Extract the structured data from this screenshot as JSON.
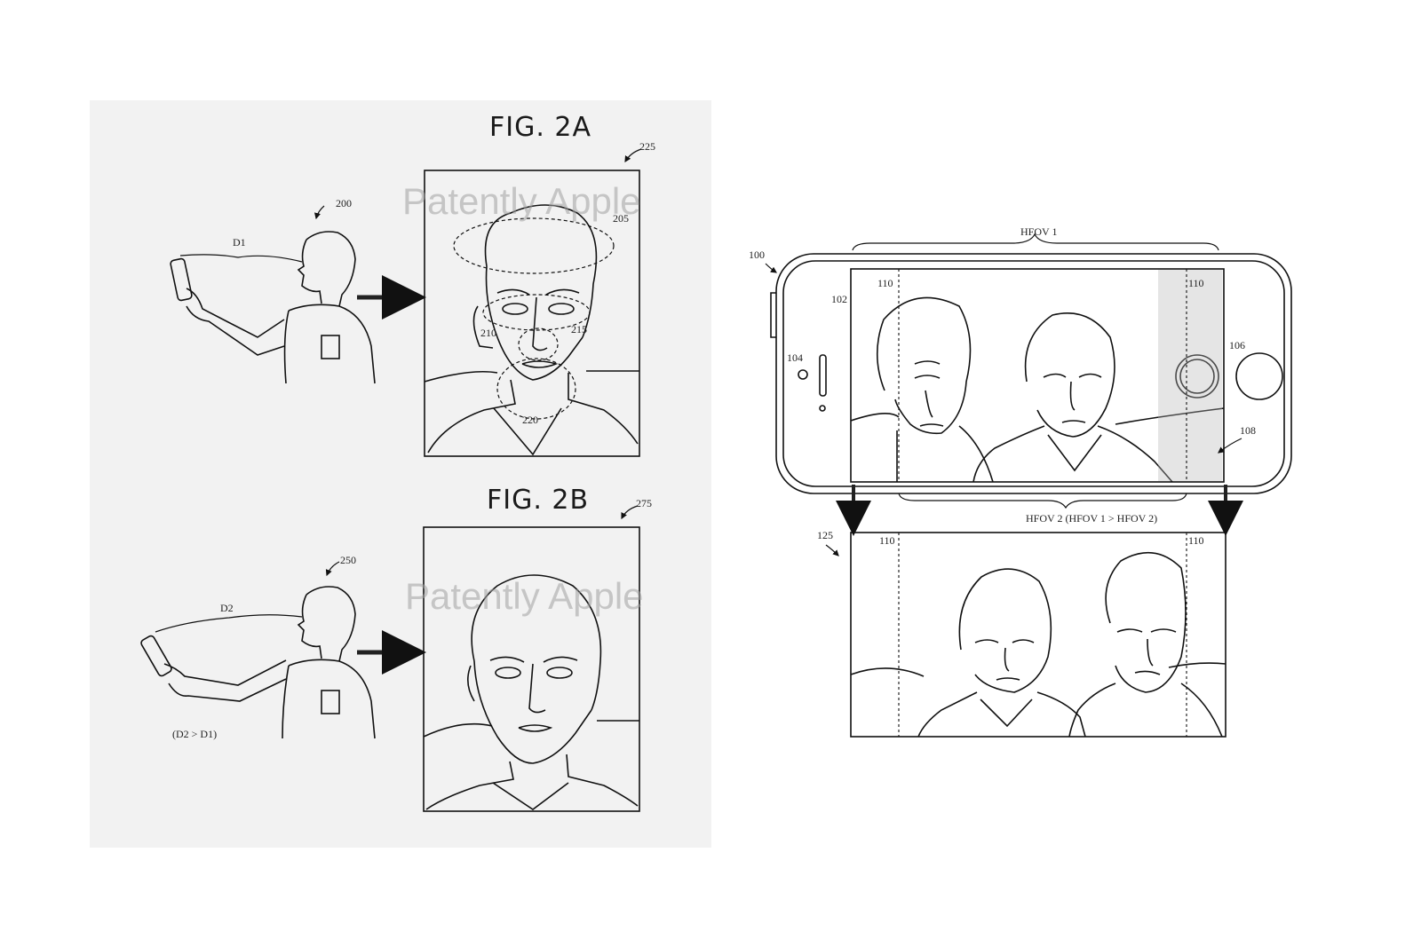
{
  "fig2a": {
    "title": "FIG. 2A",
    "ref_person": "200",
    "distance": "D1",
    "ref_frame": "225",
    "ref_head": "205",
    "ref_eyes": "210",
    "ref_nose": "215",
    "ref_chin": "220"
  },
  "fig2b": {
    "title": "FIG. 2B",
    "ref_person": "250",
    "distance": "D2",
    "ref_frame": "275",
    "condition": "(D2 > D1)"
  },
  "watermark": "Patently Apple",
  "device": {
    "ref_device": "100",
    "ref_display": "102",
    "ref_speaker": "104",
    "ref_camera": "106",
    "ref_region": "108",
    "ref_crop_left": "110",
    "ref_crop_right": "110",
    "hfov1": "HFOV 1",
    "hfov2": "HFOV 2   (HFOV 1 > HFOV 2)",
    "ref_output": "125",
    "ref_out_crop_left": "110",
    "ref_out_crop_right": "110"
  }
}
